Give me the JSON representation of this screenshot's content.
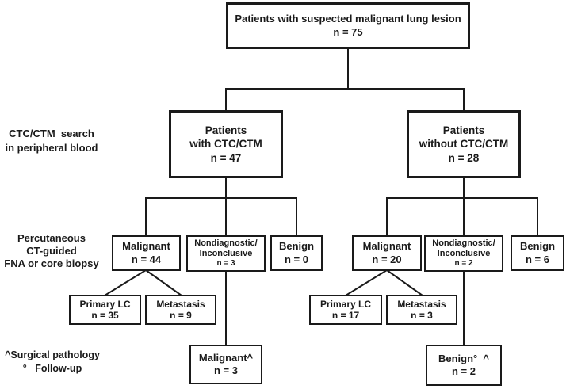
{
  "figure": {
    "type": "flowchart",
    "background": "#ffffff"
  },
  "colors": {
    "line": "#1a1a1a",
    "box_border": "#1a1a1a",
    "text": "#1a1a1a",
    "background": "#ffffff"
  },
  "side_labels": {
    "search": {
      "lines": [
        "CTC/CTM  search",
        "in peripheral blood"
      ]
    },
    "biopsy": {
      "lines": [
        "Percutaneous",
        "CT-guided",
        "FNA or core biopsy"
      ]
    },
    "footnote": {
      "lines": [
        "^Surgical pathology",
        "°   Follow-up"
      ]
    }
  },
  "nodes": {
    "root": {
      "lines": [
        "Patients with suspected malignant lung lesion",
        "n = 75"
      ]
    },
    "with_ctc": {
      "lines": [
        "Patients",
        "with CTC/CTM",
        "n = 47"
      ]
    },
    "without_ctc": {
      "lines": [
        "Patients",
        "without CTC/CTM",
        "n = 28"
      ]
    },
    "left_malignant": {
      "lines": [
        "Malignant",
        "n = 44"
      ]
    },
    "left_nondiagnostic": {
      "lines": [
        "Nondiagnostic/",
        "Inconclusive",
        "n = 3"
      ]
    },
    "left_benign": {
      "lines": [
        "Benign",
        "n = 0"
      ]
    },
    "left_primary_lc": {
      "lines": [
        "Primary LC",
        "n = 35"
      ]
    },
    "left_metastasis": {
      "lines": [
        "Metastasis",
        "n = 9"
      ]
    },
    "left_outcome": {
      "lines": [
        "Malignant^",
        "n = 3"
      ]
    },
    "right_malignant": {
      "lines": [
        "Malignant",
        "n = 20"
      ]
    },
    "right_nondiagnostic": {
      "lines": [
        "Nondiagnostic/",
        "Inconclusive",
        "n = 2"
      ]
    },
    "right_benign": {
      "lines": [
        "Benign",
        "n = 6"
      ]
    },
    "right_primary_lc": {
      "lines": [
        "Primary LC",
        "n = 17"
      ]
    },
    "right_metastasis": {
      "lines": [
        "Metastasis",
        "n = 3"
      ]
    },
    "right_outcome": {
      "lines": [
        "Benign°  ^",
        "n = 2"
      ]
    }
  }
}
